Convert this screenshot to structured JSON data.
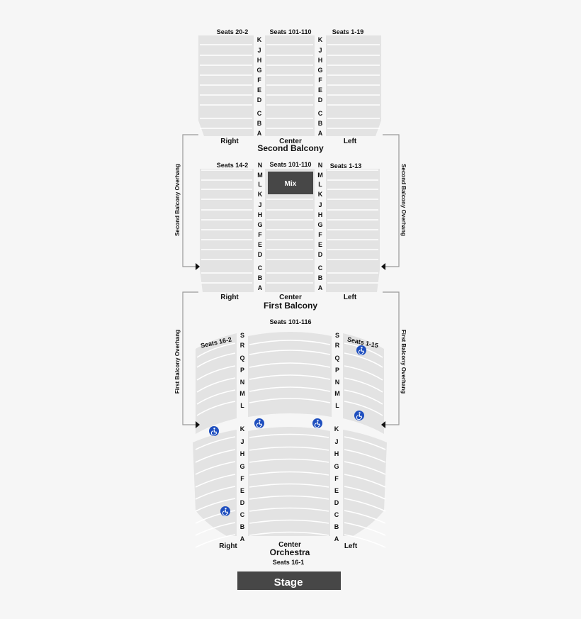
{
  "second_balcony": {
    "title": "Second Balcony",
    "seats_right": "Seats 20-2",
    "seats_center": "Seats 101-110",
    "seats_left": "Seats 1-19",
    "rows": [
      "K",
      "J",
      "H",
      "G",
      "F",
      "E",
      "D",
      "C",
      "B",
      "A"
    ],
    "section_right": "Right",
    "section_center": "Center",
    "section_left": "Left"
  },
  "first_balcony": {
    "title": "First Balcony",
    "seats_right": "Seats 14-2",
    "seats_center": "Seats 101-110",
    "seats_left": "Seats 1-13",
    "mix_label": "Mix",
    "rows": [
      "N",
      "M",
      "L",
      "K",
      "J",
      "H",
      "G",
      "F",
      "E",
      "D",
      "C",
      "B",
      "A"
    ],
    "section_right": "Right",
    "section_center": "Center",
    "section_left": "Left"
  },
  "orchestra": {
    "title": "Orchestra",
    "seats_top": "Seats 101-116",
    "seats_right": "Seats 16-2",
    "seats_left": "Seats 1-15",
    "rows_upper": [
      "S",
      "R",
      "Q",
      "P",
      "N",
      "M",
      "L"
    ],
    "rows_lower": [
      "K",
      "J",
      "H",
      "G",
      "F",
      "E",
      "D",
      "C",
      "B",
      "A"
    ],
    "section_right": "Right",
    "section_center": "Center",
    "section_left": "Left",
    "seats_front": "Seats 16-1"
  },
  "overhangs": {
    "second": "Second Balcony Overhang",
    "first": "First Balcony Overhang"
  },
  "stage_label": "Stage",
  "colors": {
    "seating": "#e3e3e3",
    "mix_box": "#474747",
    "stage": "#474747",
    "accessible": "#1f4fbf",
    "overhang_line": "#9a9a9a"
  },
  "icons": [
    "wheelchair-icon",
    "arrow-right-icon",
    "arrow-left-icon"
  ]
}
